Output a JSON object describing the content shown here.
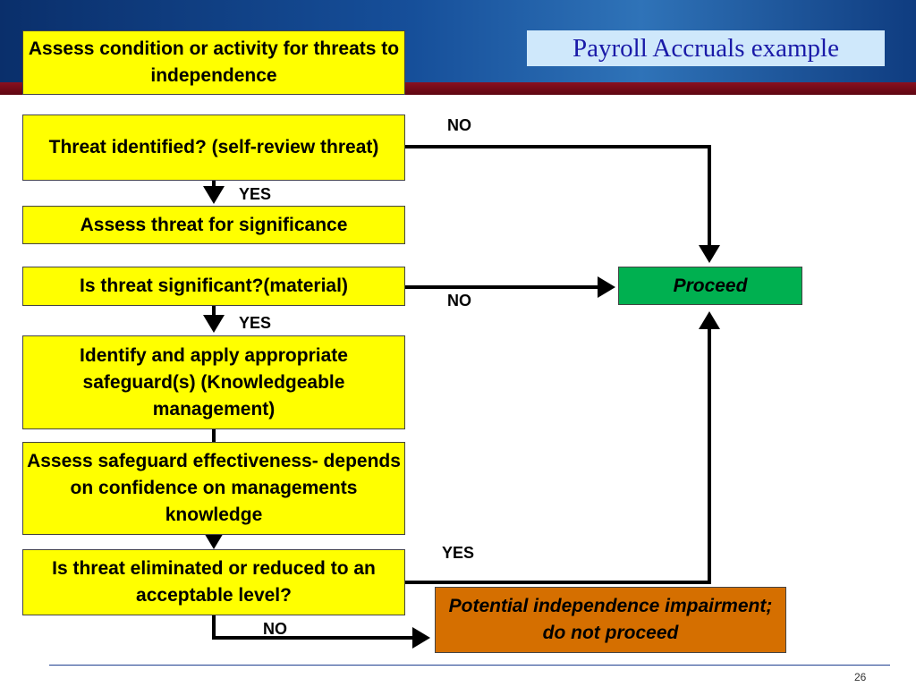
{
  "title": "Payroll Accruals example",
  "boxes": {
    "assess_condition": "Assess condition or activity for threats to independence",
    "threat_identified": "Threat identified? (self-review threat)",
    "assess_significance": "Assess threat for significance",
    "is_significant": "Is threat significant?(material)",
    "identify_safeguards": "Identify and apply appropriate safeguard(s) (Knowledgeable management)",
    "assess_effectiveness": "Assess safeguard effectiveness- depends on confidence on managements knowledge",
    "is_eliminated": "Is threat eliminated or reduced to an acceptable level?",
    "proceed": "Proceed",
    "impairment": "Potential independence impairment; do not proceed"
  },
  "labels": {
    "no_1": "NO",
    "yes_1": "YES",
    "no_2": "NO",
    "yes_2": "YES",
    "yes_3": "YES",
    "no_3": "NO"
  },
  "page_number": "26",
  "colors": {
    "decision_box": "#ffff00",
    "proceed_box": "#00b050",
    "impairment_box": "#d56f00",
    "title_text": "#1a1aa8",
    "title_bg": "#cfe8fb"
  }
}
